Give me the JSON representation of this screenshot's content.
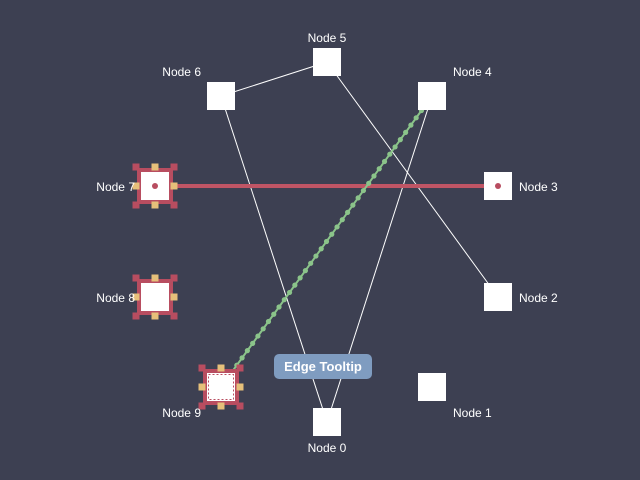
{
  "graph": {
    "nodes": [
      {
        "id": "node-0",
        "label": "Node 0",
        "state": "normal"
      },
      {
        "id": "node-1",
        "label": "Node 1",
        "state": "normal"
      },
      {
        "id": "node-2",
        "label": "Node 2",
        "state": "normal"
      },
      {
        "id": "node-3",
        "label": "Node 3",
        "state": "edge-endpoint"
      },
      {
        "id": "node-4",
        "label": "Node 4",
        "state": "normal"
      },
      {
        "id": "node-5",
        "label": "Node 5",
        "state": "normal"
      },
      {
        "id": "node-6",
        "label": "Node 6",
        "state": "normal"
      },
      {
        "id": "node-7",
        "label": "Node 7",
        "state": "selected"
      },
      {
        "id": "node-8",
        "label": "Node 8",
        "state": "selected"
      },
      {
        "id": "node-9",
        "label": "Node 9",
        "state": "selected-hover"
      }
    ],
    "edges": [
      {
        "from": "node-6",
        "to": "node-5",
        "style": "normal"
      },
      {
        "from": "node-6",
        "to": "node-0",
        "style": "normal"
      },
      {
        "from": "node-5",
        "to": "node-2",
        "style": "normal"
      },
      {
        "from": "node-4",
        "to": "node-0",
        "style": "normal"
      },
      {
        "from": "node-7",
        "to": "node-3",
        "style": "selected"
      },
      {
        "from": "node-9",
        "to": "node-4",
        "style": "highlighted"
      }
    ]
  },
  "tooltip": {
    "text": "Edge Tooltip"
  },
  "colors": {
    "background": "#3d4052",
    "node_fill": "#ffffff",
    "edge_normal": "#ffffff",
    "edge_selected": "#c05565",
    "edge_highlight": "#8bc48a",
    "selection_frame": "#b84d60",
    "handle": "#e6c07a",
    "tooltip_bg": "#7f9cc0"
  }
}
